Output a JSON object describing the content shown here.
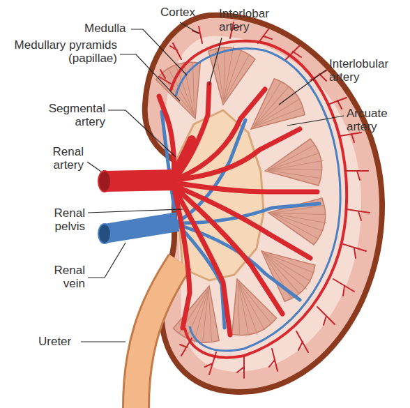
{
  "diagram": {
    "labels": [
      "Cortex",
      "Interlobar artery",
      "Medulla",
      "Medullary pyramids (papillae)",
      "Interlobular artery",
      "Segmental artery",
      "Arcuate artery",
      "Renal artery",
      "Renal pelvis",
      "Renal vein",
      "Ureter"
    ]
  }
}
